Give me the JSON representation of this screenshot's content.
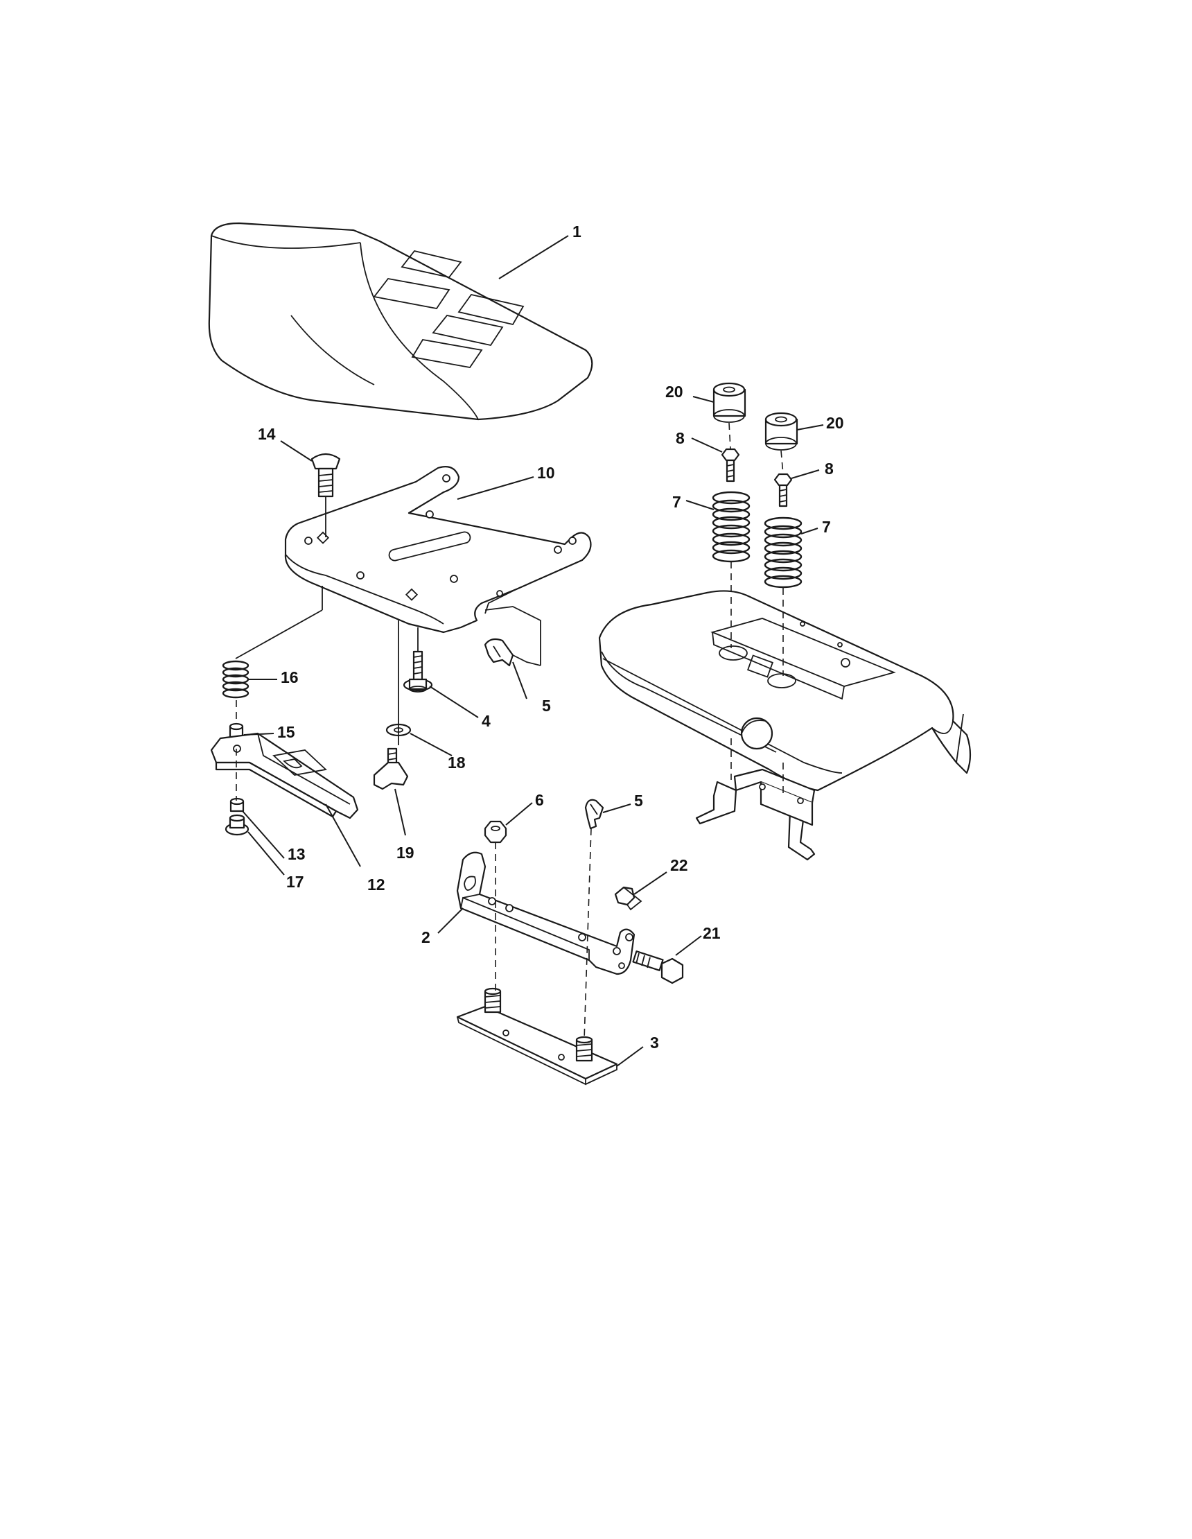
{
  "callouts": {
    "seat": "1",
    "seat_pan": "10",
    "carriage_bolt": "14",
    "bumper_left": "20",
    "bumper_right": "20",
    "screw_left": "8",
    "screw_right": "8",
    "spring_left": "7",
    "spring_right": "7",
    "spring_small": "16",
    "spacer": "15",
    "bolt_4": "4",
    "clip_upper": "5",
    "washer": "18",
    "knob": "19",
    "slide_plate": "12",
    "nut_13": "13",
    "nut_17": "17",
    "nut_6": "6",
    "clip_lower": "5",
    "nut_22": "22",
    "pivot_bracket": "2",
    "pivot_bolt": "21",
    "hinge_plate": "3"
  },
  "colors": {
    "line": "#1a1a1a",
    "background": "#ffffff"
  }
}
